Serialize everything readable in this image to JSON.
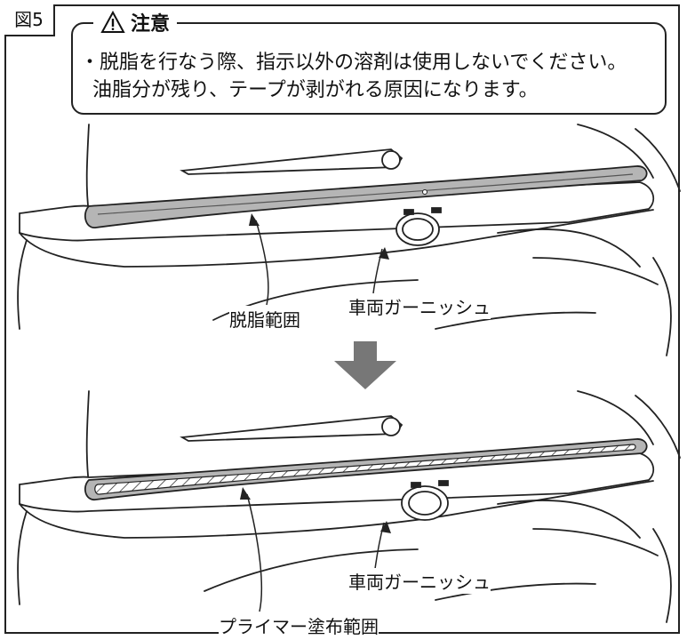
{
  "figure_label": "図5",
  "caution": {
    "title": "注意",
    "lines": [
      "・脱脂を行なう際、指示以外の溶剤は使用しないでください。",
      "油脂分が残り、テープが剥がれる原因になります。"
    ]
  },
  "top_illustration": {
    "callouts": {
      "garnish": "車両ガーニッシュ",
      "degrease_area": "脱脂範囲"
    }
  },
  "bottom_illustration": {
    "callouts": {
      "garnish": "車両ガーニッシュ",
      "primer_area": "プライマー塗布範囲"
    }
  },
  "icons": [
    "warning-icon",
    "down-arrow-icon"
  ],
  "colors": {
    "degrease_fill": "#b5b5b5",
    "outline": "#222222"
  }
}
